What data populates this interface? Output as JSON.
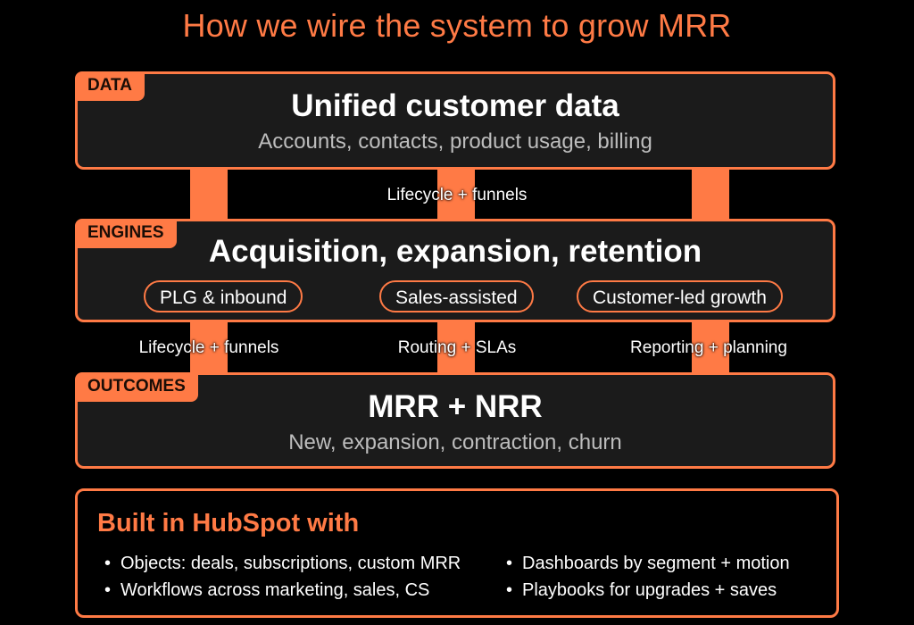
{
  "title": "How we wire the system to grow MRR",
  "colors": {
    "accent": "#ff7a45",
    "background": "#000000",
    "panel": "#1b1b1b",
    "subtext": "#bdbdbd"
  },
  "data_layer": {
    "tag": "DATA",
    "heading": "Unified customer data",
    "subtitle": "Accounts, contacts, product usage, billing"
  },
  "connector_top": {
    "label": "Lifecycle + funnels"
  },
  "engines_layer": {
    "tag": "ENGINES",
    "heading": "Acquisition, expansion, retention",
    "pills": [
      "PLG & inbound",
      "Sales-assisted",
      "Customer-led growth"
    ]
  },
  "connector_bottom": {
    "labels": [
      "Lifecycle + funnels",
      "Routing + SLAs",
      "Reporting + planning"
    ]
  },
  "outcomes_layer": {
    "tag": "OUTCOMES",
    "heading": "MRR + NRR",
    "subtitle": "New, expansion, contraction, churn"
  },
  "built_in": {
    "heading": "Built in HubSpot with",
    "bullet_char": "•",
    "items": [
      "Objects: deals, subscriptions, custom MRR",
      "Dashboards by segment + motion",
      "Workflows across marketing, sales, CS",
      "Playbooks for upgrades + saves"
    ]
  }
}
